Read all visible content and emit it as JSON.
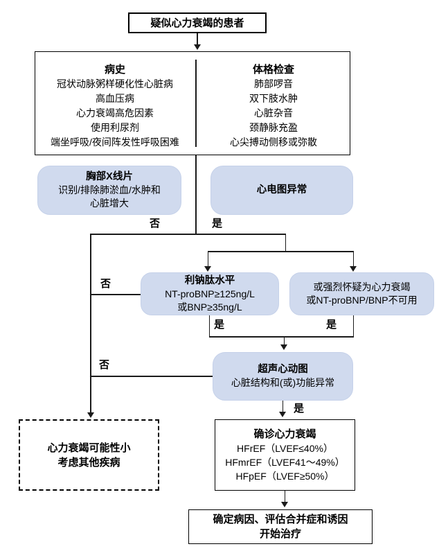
{
  "nodes": {
    "patient": {
      "text": "疑似心力衰竭的患者"
    },
    "history": {
      "title": "病史",
      "items": [
        "冠状动脉粥样硬化性心脏病",
        "高血压病",
        "心力衰竭高危因素",
        "使用利尿剂",
        "端坐呼吸/夜间阵发性呼吸困难"
      ]
    },
    "physical": {
      "title": "体格检查",
      "items": [
        "肺部啰音",
        "双下肢水肿",
        "心脏杂音",
        "颈静脉充盈",
        "心尖搏动侧移或弥散"
      ]
    },
    "xray": {
      "title": "胸部X线片",
      "line1": "识别/排除肺淤血/水肿和",
      "line2": "心脏增大"
    },
    "ecg": {
      "text": "心电图异常"
    },
    "natriuretic": {
      "title": "利钠肽水平",
      "line1": "NT-proBNP≥125ng/L",
      "line2": "或BNP≥35ng/L"
    },
    "suspicion": {
      "line1": "或强烈怀疑为心力衰竭",
      "line2": "或NT-proBNP/BNP不可用"
    },
    "echo": {
      "title": "超声心动图",
      "line1": "心脏结构和(或)功能异常"
    },
    "unlikely": {
      "line1": "心力衰竭可能性小",
      "line2": "考虑其他疾病"
    },
    "confirmed": {
      "title": "确诊心力衰竭",
      "line1": "HFrEF（LVEF≤40%）",
      "line2": "HFmrEF（LVEF41～49%）",
      "line3": "HFpEF（LVEF≥50%）"
    },
    "treatment": {
      "line1": "确定病因、评估合并症和诱因",
      "line2": "开始治疗"
    }
  },
  "labels": {
    "yes": "是",
    "no": "否"
  },
  "colors": {
    "node_fill": "#d0daee",
    "line": "#1a1a1a",
    "border": "#000000"
  }
}
